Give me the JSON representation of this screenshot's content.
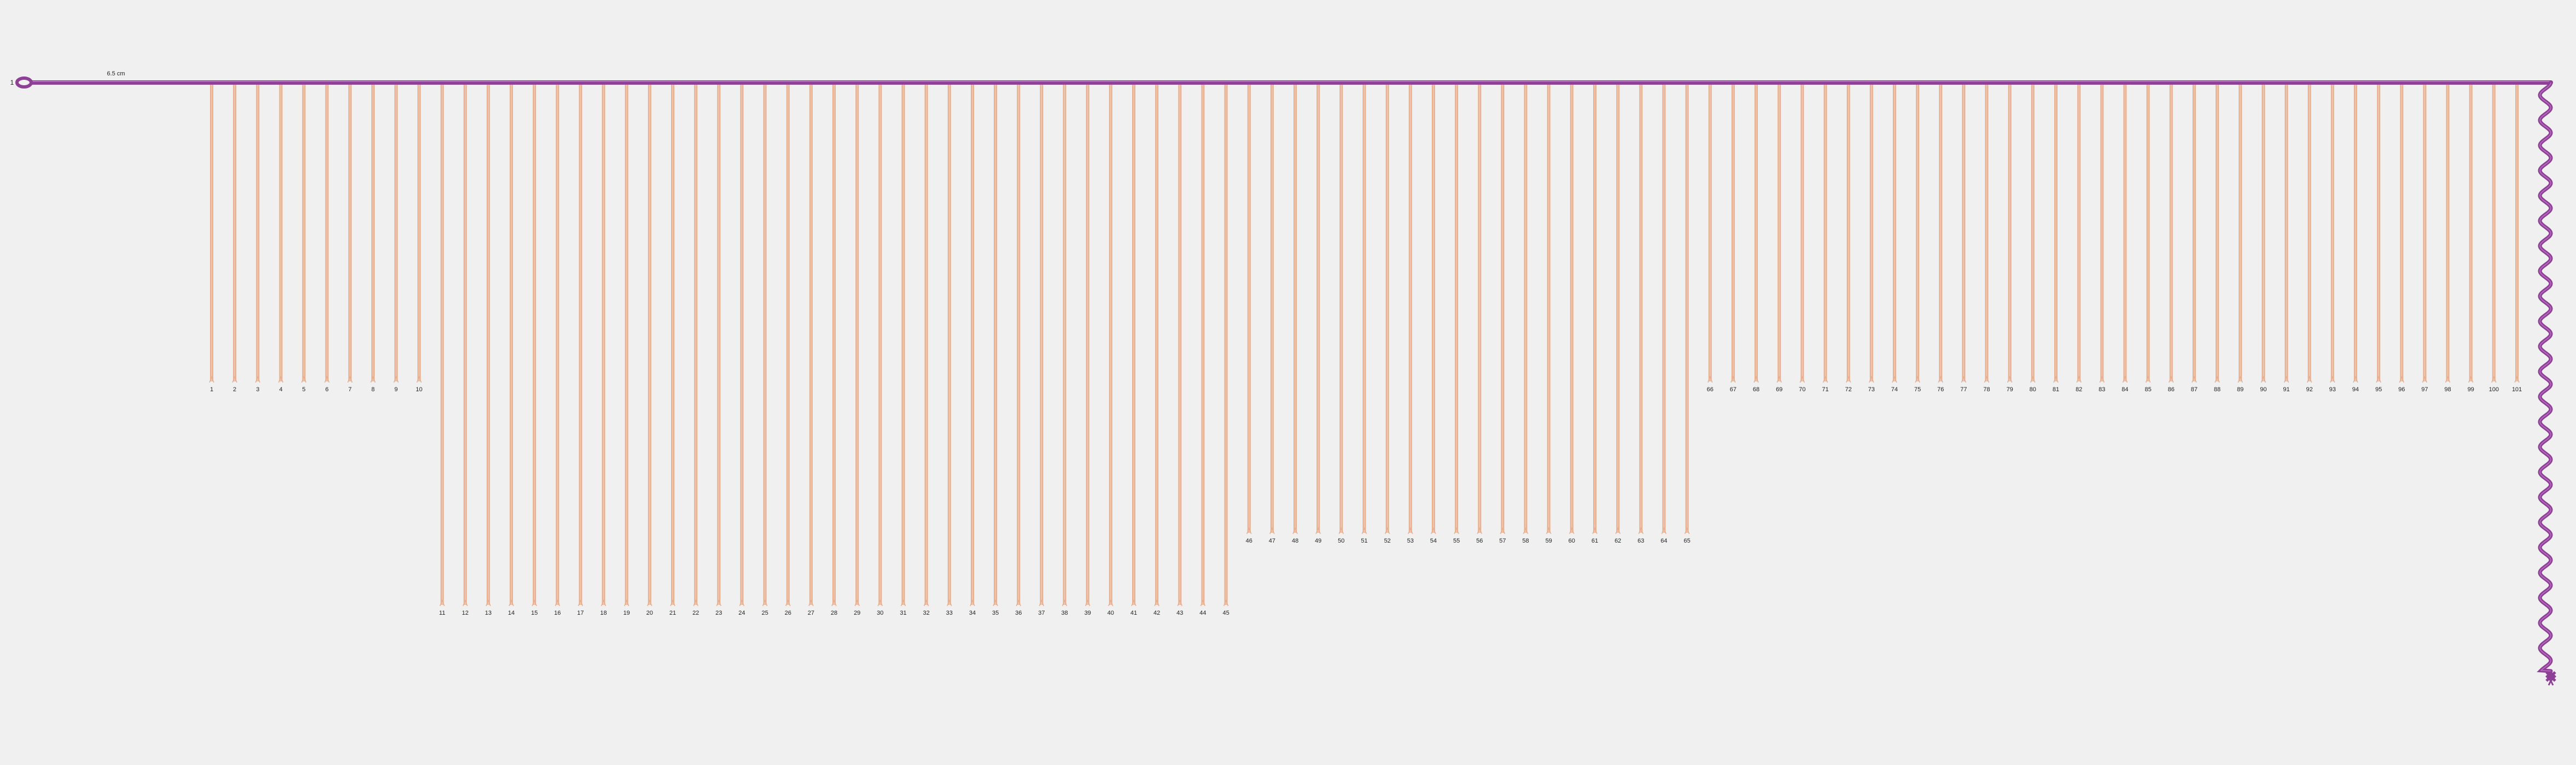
{
  "diagram": {
    "start_label": "1",
    "scale_label": "6.5 cm",
    "colors": {
      "background": "#f0f0f0",
      "main_cord": "#8e3f96",
      "main_cord_highlight": "#c77fcf",
      "pendant_cord": "#e8b090",
      "pendant_cord_highlight": "#f8dcca",
      "label": "#222222"
    },
    "pendant_groups": [
      {
        "first": 1,
        "last": 10,
        "length": "short"
      },
      {
        "first": 11,
        "last": 45,
        "length": "long"
      },
      {
        "first": 46,
        "last": 65,
        "length": "medium"
      },
      {
        "first": 66,
        "last": 101,
        "length": "short"
      }
    ]
  }
}
